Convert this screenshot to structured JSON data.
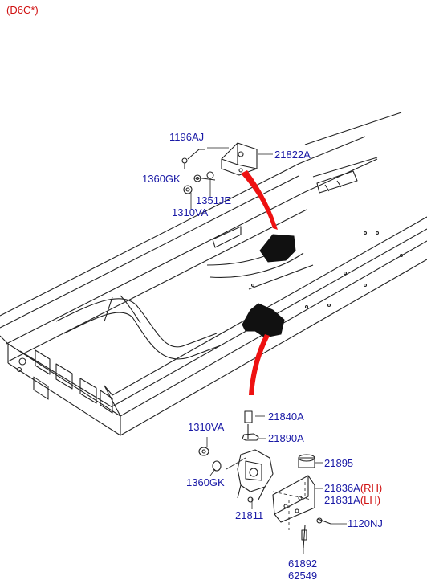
{
  "header": {
    "code": "(D6C*)"
  },
  "colors": {
    "label": "#1a1aa6",
    "side": "#d01010",
    "arrow": "#ee1111",
    "line": "#222222"
  },
  "parts": {
    "p1196AJ": "1196AJ",
    "p21822A": "21822A",
    "p1360GK_top": "1360GK",
    "p1351JE": "1351JE",
    "p1310VA_top": "1310VA",
    "p21840A": "21840A",
    "p1310VA_bot": "1310VA",
    "p21890A": "21890A",
    "p21895": "21895",
    "p1360GK_bot": "1360GK",
    "p21836A": "21836A",
    "p21836A_side": "(RH)",
    "p21831A": "21831A",
    "p21831A_side": "(LH)",
    "p21811": "21811",
    "p1120NJ": "1120NJ",
    "p61892": "61892",
    "p62549": "62549"
  }
}
